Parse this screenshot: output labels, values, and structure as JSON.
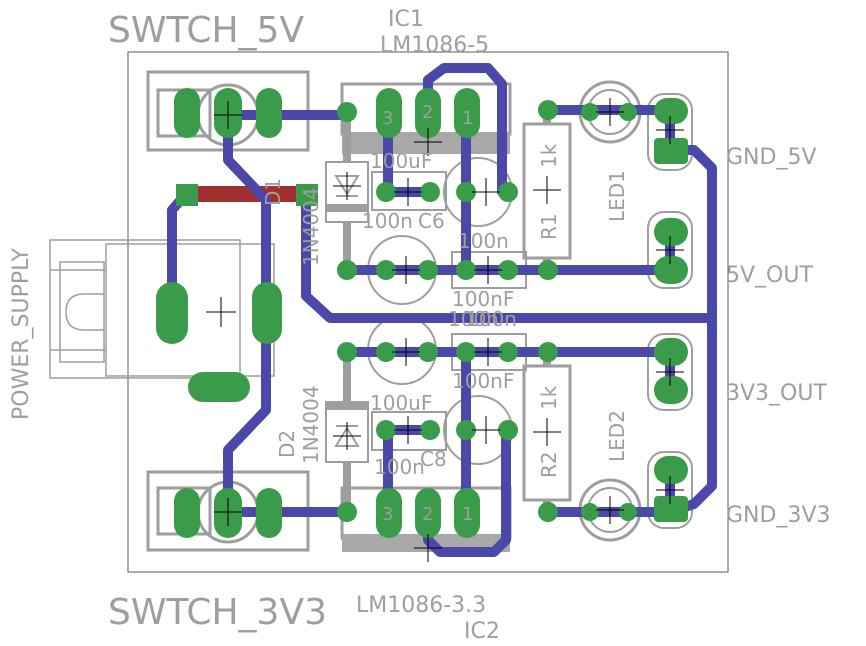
{
  "labels": {
    "switch_top": "SWTCH_5V",
    "switch_bottom": "SWTCH_3V3",
    "ic1_ref": "IC1",
    "ic1_val": "LM1086-5",
    "ic2_ref": "IC2",
    "ic2_val": "LM1086-3.3",
    "power": "POWER_SUPPLY",
    "gnd5": "GND_5V",
    "out5": "5V_OUT",
    "out33": "3V3_OUT",
    "gnd33": "GND_3V3",
    "d1_ref": "D1",
    "d1_val": "1N4004",
    "d2_ref": "D2",
    "d2_val": "1N4004",
    "r1_ref": "R1",
    "r1_val": "1k",
    "r2_ref": "R2",
    "r2_val": "1k",
    "led1": "LED1",
    "led2": "LED2",
    "c_100uf_top": "100uF",
    "c6": "C6",
    "c_100n_a": "100n",
    "c_100n_b": "100n",
    "c_100nf_a": "100nF",
    "c_100n_c": "100n",
    "c_100n_d": "100n",
    "c_100nf_b": "100nF",
    "c_100uf_bot": "100uF",
    "c8": "C8",
    "c_100n_e": "100n",
    "pin3_top": "3",
    "pin2_top": "2",
    "pin1_top": "1",
    "pin3_bot": "3",
    "pin2_bot": "2",
    "pin1_bot": "1"
  },
  "colors": {
    "board_outline": "#5a5a5a",
    "silkscreen": "#9e9e9e",
    "pad": "#3a9c4a",
    "bottom_trace": "#4a48a8",
    "top_trace": "#a03030"
  }
}
